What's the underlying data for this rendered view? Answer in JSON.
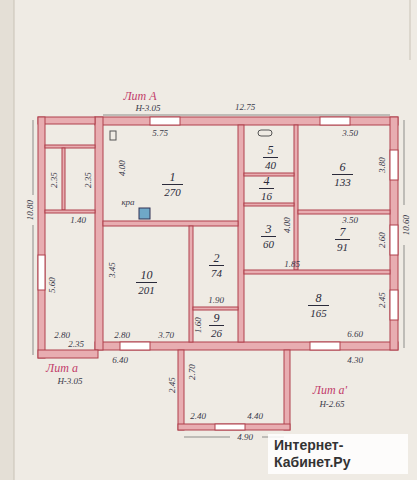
{
  "diagram": {
    "nodes": [
      {
        "text": [
          "1",
          "270"
        ]
      },
      {
        "text": [
          "5",
          "40"
        ]
      },
      {
        "text": [
          "6",
          "133"
        ]
      },
      {
        "text": [
          "4",
          "16"
        ]
      },
      {
        "text": [
          "3",
          "60"
        ]
      },
      {
        "text": [
          "7",
          "91"
        ]
      },
      {
        "text": [
          "10",
          "201"
        ]
      },
      {
        "text": [
          "2",
          "74"
        ]
      },
      {
        "text": [
          "8",
          "165"
        ]
      },
      {
        "text": [
          "9",
          "26"
        ]
      }
    ],
    "labels": [
      "Лит А",
      "Н-3.05",
      "12.75",
      "5.75",
      "4.00",
      "3.50",
      "3.80",
      "10.60",
      "3.50",
      "2.60",
      "1.85",
      "2.45",
      "6.60",
      "4.30",
      "4.00",
      "3.45",
      "2.80",
      "3.70",
      "1.90",
      "1.60",
      "6.40",
      "2.45",
      "2.70",
      "2.40",
      "4.40",
      "4.90",
      "Лит а'",
      "Н-2.65",
      "10.80",
      "5.60",
      "2.35",
      "2.35",
      "1.40",
      "2.80",
      "2.35",
      "Лит а",
      "Н-3.05",
      "кра",
      "Интернет-Кабинет.Ру"
    ]
  }
}
